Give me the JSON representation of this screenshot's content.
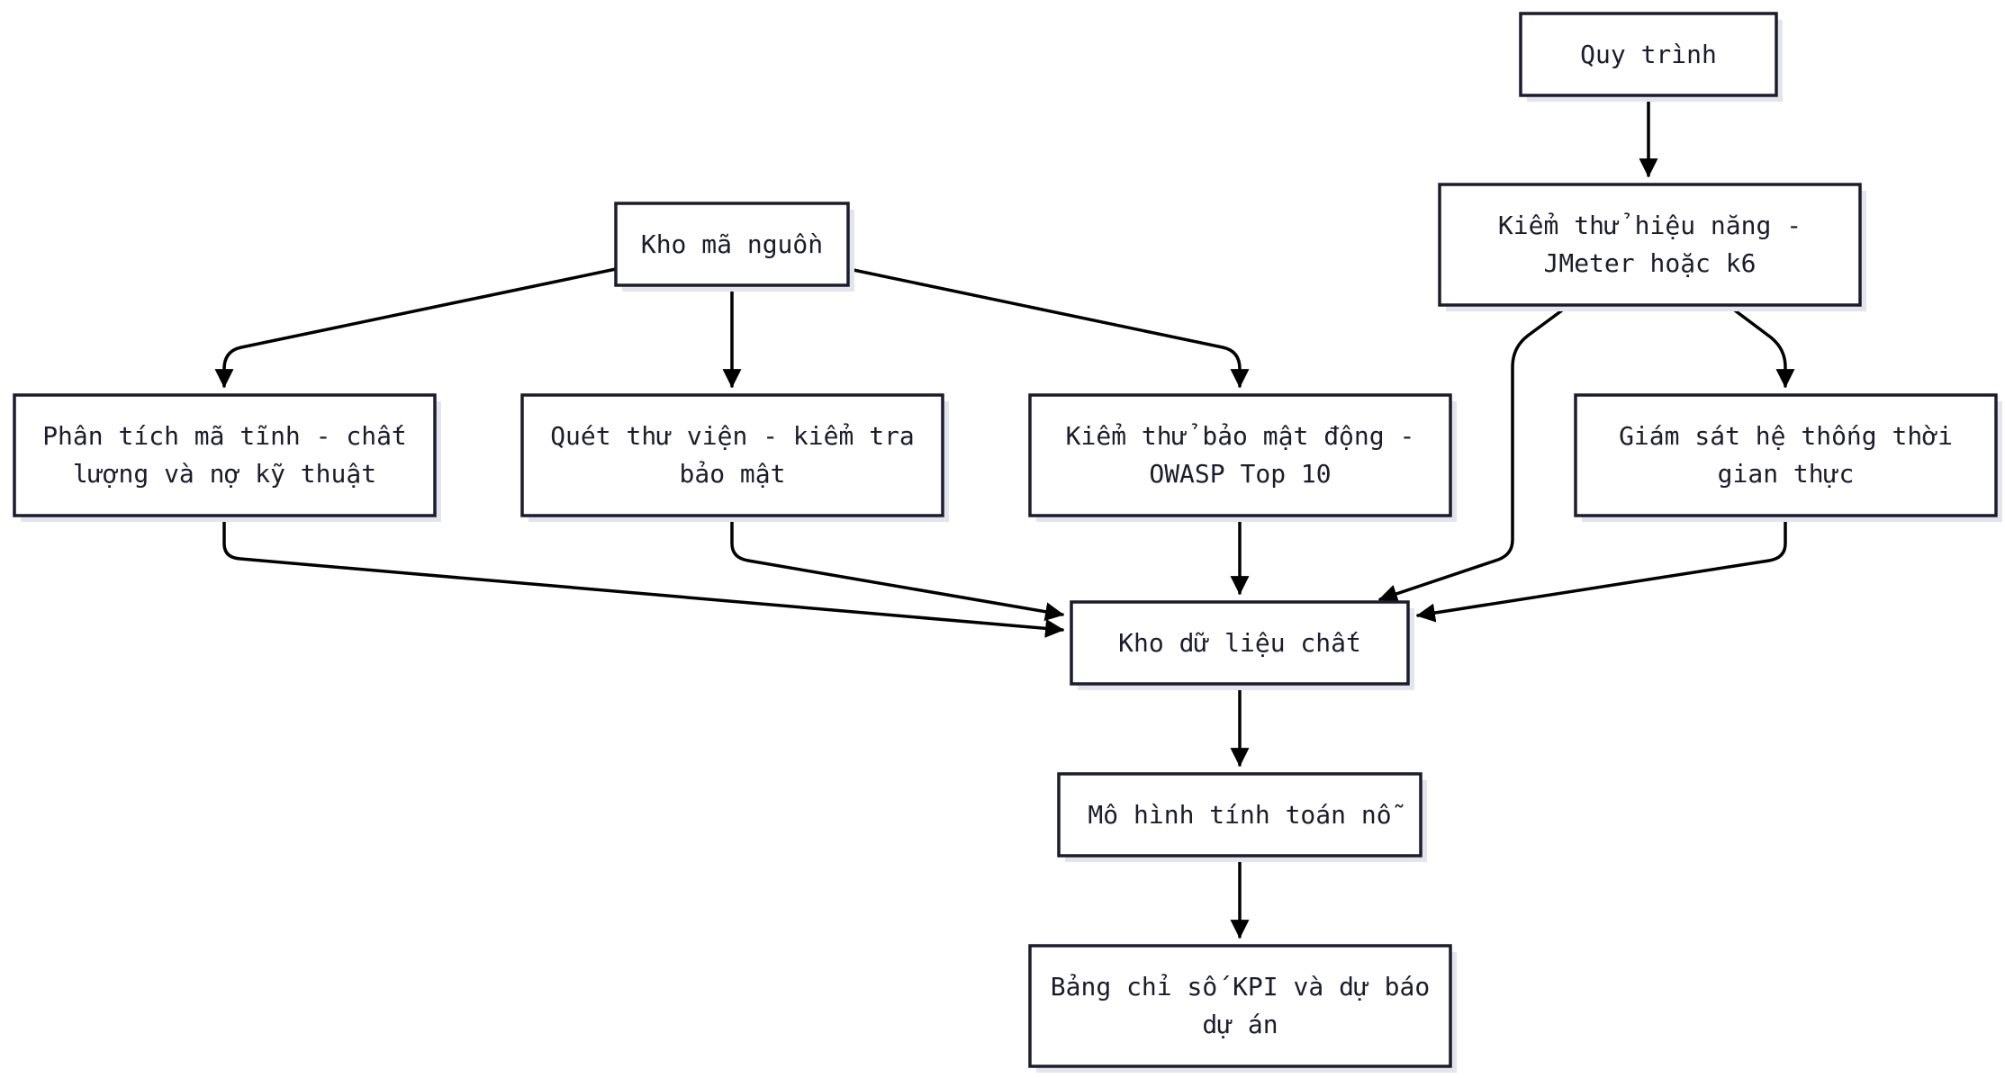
{
  "colors": {
    "background": "#ffffff",
    "node_border": "#1c1c2e",
    "node_text": "#1c1c2e",
    "edge": "#000000",
    "shadow": "#e4e4ec"
  },
  "nodes": {
    "source_repo": "Kho mã nguồn",
    "process": "Quy trình",
    "performance_test": "Kiểm thử hiệu năng - JMeter hoặc k6",
    "static_analysis": "Phân tích mã tĩnh - chất lượng và nợ kỹ thuật",
    "dependency_scan": "Quét thư viện - kiểm tra bảo mật",
    "dynamic_security": "Kiểm thử bảo mật động - OWASP Top 10",
    "realtime_monitoring": "Giám sát hệ thống thời gian thực",
    "quality_warehouse": "Kho dữ liệu chất",
    "effort_model": "Mô hình tính toán nỗ",
    "kpi_dashboard": "Bảng chỉ số KPI và dự báo dự án"
  },
  "edges": [
    {
      "from": "source_repo",
      "to": "static_analysis"
    },
    {
      "from": "source_repo",
      "to": "dependency_scan"
    },
    {
      "from": "source_repo",
      "to": "dynamic_security"
    },
    {
      "from": "process",
      "to": "performance_test"
    },
    {
      "from": "performance_test",
      "to": "realtime_monitoring"
    },
    {
      "from": "performance_test",
      "to": "quality_warehouse"
    },
    {
      "from": "static_analysis",
      "to": "quality_warehouse"
    },
    {
      "from": "dependency_scan",
      "to": "quality_warehouse"
    },
    {
      "from": "dynamic_security",
      "to": "quality_warehouse"
    },
    {
      "from": "realtime_monitoring",
      "to": "quality_warehouse"
    },
    {
      "from": "quality_warehouse",
      "to": "effort_model"
    },
    {
      "from": "effort_model",
      "to": "kpi_dashboard"
    }
  ]
}
